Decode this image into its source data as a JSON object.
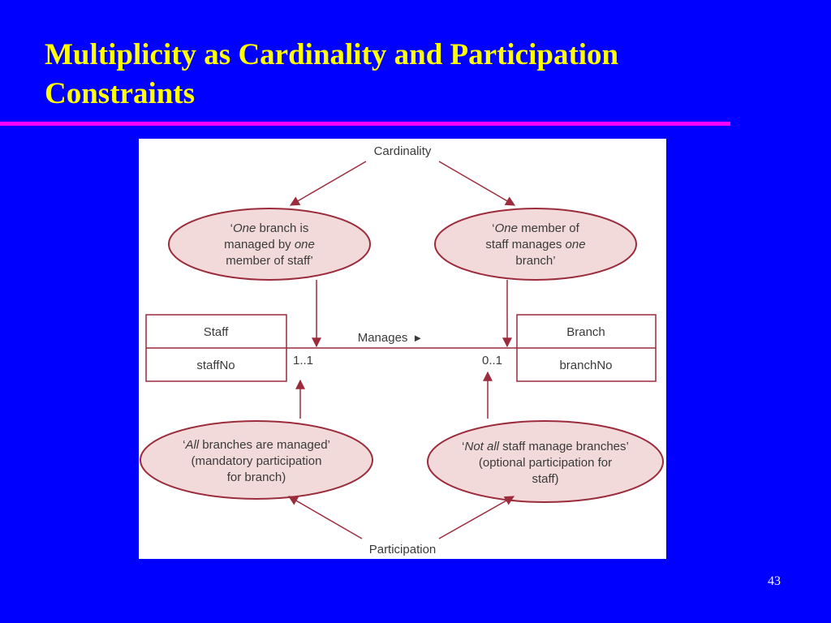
{
  "slide": {
    "title_line1": "Multiplicity as Cardinality and Participation",
    "title_line2": "Constraints",
    "number": "43"
  },
  "diagram": {
    "cardinality_label": "Cardinality",
    "participation_label": "Participation",
    "relationship_label": "Manages",
    "relationship_arrow": "►",
    "staff": {
      "name": "Staff",
      "attribute": "staffNo"
    },
    "branch": {
      "name": "Branch",
      "attribute": "branchNo"
    },
    "staff_multiplicity": "1..1",
    "branch_multiplicity": "0..1",
    "card_left": {
      "l1_pre": "‘",
      "l1_em": "One",
      "l1_post": " branch is",
      "l2_pre": "managed by ",
      "l2_em": "one",
      "l3": "member of staff’"
    },
    "card_right": {
      "l1_pre": "‘",
      "l1_em": "One",
      "l1_post": " member of",
      "l2_pre": "staff manages ",
      "l2_em": "one",
      "l3": "branch’"
    },
    "part_left": {
      "l1_pre": "‘",
      "l1_em": "All",
      "l1_post": " branches are managed’",
      "l2": "(mandatory participation",
      "l3": "for branch)"
    },
    "part_right": {
      "l1_pre": "‘",
      "l1_em": "Not all",
      "l1_post": " staff manage branches’",
      "l2": "(optional participation for",
      "l3": "staff)"
    },
    "colors": {
      "slide_background": "#0000ff",
      "title": "#ffff00",
      "rule": "#ff00ff",
      "ellipse_fill": "#f2dada",
      "ellipse_stroke": "#9b2c3c",
      "arrow": "#9b2c3c"
    }
  }
}
